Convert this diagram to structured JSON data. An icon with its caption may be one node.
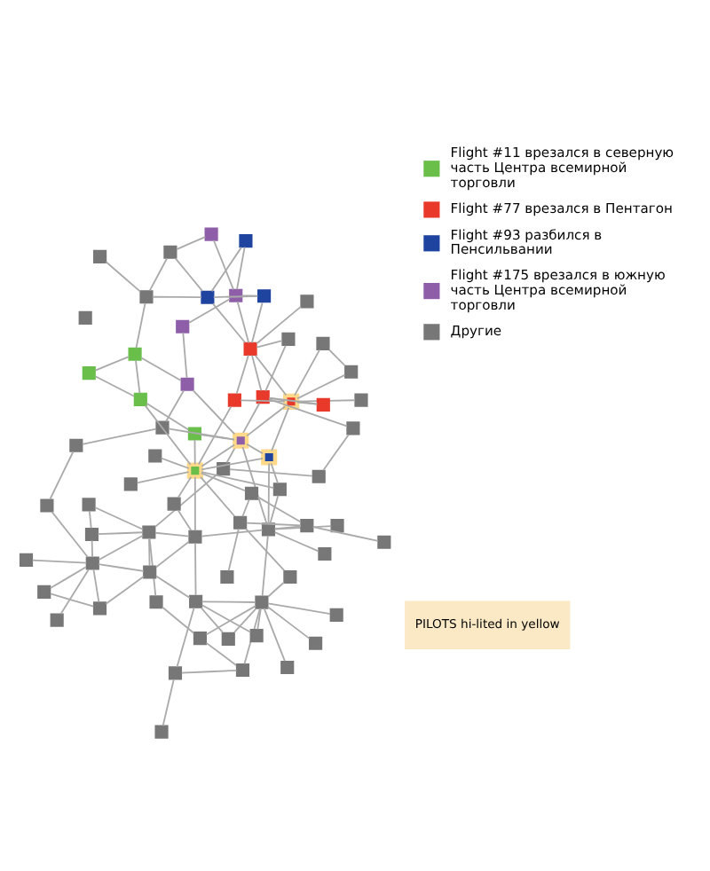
{
  "diagram": {
    "nodes": [
      {
        "text": [],
        "shape": "box"
      },
      {
        "text": [],
        "shape": "box"
      },
      {
        "text": [],
        "shape": "box"
      },
      {
        "text": [],
        "shape": "box"
      },
      {
        "text": [],
        "shape": "box"
      },
      {
        "text": [],
        "shape": "box"
      },
      {
        "text": [],
        "shape": "box"
      },
      {
        "text": [],
        "shape": "box"
      },
      {
        "text": [],
        "shape": "box"
      },
      {
        "text": [],
        "shape": "box"
      },
      {
        "text": [],
        "shape": "box"
      },
      {
        "text": [],
        "shape": "box"
      },
      {
        "text": [],
        "shape": "box"
      },
      {
        "text": [],
        "shape": "box"
      },
      {
        "text": [],
        "shape": "box"
      },
      {
        "text": [],
        "shape": "box"
      },
      {
        "text": [],
        "shape": "box"
      },
      {
        "text": [],
        "shape": "box"
      },
      {
        "text": [],
        "shape": "box"
      },
      {
        "text": [],
        "shape": "box"
      },
      {
        "text": [],
        "shape": "box"
      },
      {
        "text": [],
        "shape": "box"
      },
      {
        "text": [],
        "shape": "box"
      },
      {
        "text": [],
        "shape": "box"
      },
      {
        "text": [],
        "shape": "box"
      },
      {
        "text": [],
        "shape": "box"
      },
      {
        "text": [],
        "shape": "box"
      },
      {
        "text": [],
        "shape": "box"
      },
      {
        "text": [],
        "shape": "box"
      },
      {
        "text": [],
        "shape": "box"
      },
      {
        "text": [],
        "shape": "box"
      },
      {
        "text": [],
        "shape": "box"
      },
      {
        "text": [],
        "shape": "box"
      },
      {
        "text": [],
        "shape": "box"
      },
      {
        "text": [],
        "shape": "box"
      },
      {
        "text": [],
        "shape": "box"
      },
      {
        "text": [],
        "shape": "box"
      },
      {
        "text": [],
        "shape": "box"
      },
      {
        "text": [],
        "shape": "box"
      },
      {
        "text": [],
        "shape": "box"
      },
      {
        "text": [],
        "shape": "box"
      },
      {
        "text": [],
        "shape": "box"
      },
      {
        "text": [],
        "shape": "box"
      },
      {
        "text": [],
        "shape": "box"
      },
      {
        "text": [],
        "shape": "box"
      },
      {
        "text": [],
        "shape": "box"
      },
      {
        "text": [],
        "shape": "box"
      },
      {
        "text": [],
        "shape": "box"
      },
      {
        "text": [],
        "shape": "box"
      },
      {
        "text": [],
        "shape": "box"
      },
      {
        "text": [],
        "shape": "box"
      },
      {
        "text": [],
        "shape": "box"
      },
      {
        "text": [],
        "shape": "box"
      },
      {
        "text": [],
        "shape": "box"
      },
      {
        "text": [],
        "shape": "box"
      },
      {
        "text": [],
        "shape": "box"
      },
      {
        "text": [],
        "shape": "box"
      },
      {
        "text": [],
        "shape": "box"
      },
      {
        "text": [],
        "shape": "box"
      },
      {
        "text": [],
        "shape": "box"
      },
      {
        "text": [],
        "shape": "box"
      },
      {
        "text": [],
        "shape": "box"
      },
      {
        "text": [],
        "shape": "box"
      },
      {
        "text": [],
        "shape": "box"
      },
      {
        "text": [],
        "shape": "box"
      },
      {
        "text": [],
        "shape": "box"
      },
      {
        "text": [],
        "shape": "box"
      },
      {
        "text": [],
        "shape": "box"
      },
      {
        "text": [],
        "shape": "box"
      }
    ],
    "edges": [
      {
        "from": 1,
        "to": 0,
        "arrow": "none"
      },
      {
        "from": 0,
        "to": 13,
        "arrow": "none"
      },
      {
        "from": 1,
        "to": 9,
        "arrow": "none"
      },
      {
        "from": 1,
        "to": 13,
        "arrow": "none"
      },
      {
        "from": 6,
        "to": 9,
        "arrow": "none"
      },
      {
        "from": 6,
        "to": 5,
        "arrow": "none"
      },
      {
        "from": 5,
        "to": 9,
        "arrow": "none"
      },
      {
        "from": 8,
        "to": 9,
        "arrow": "none"
      },
      {
        "from": 9,
        "to": 10,
        "arrow": "none"
      },
      {
        "from": 9,
        "to": 13,
        "arrow": "none"
      },
      {
        "from": 9,
        "to": 18,
        "arrow": "none"
      },
      {
        "from": 2,
        "to": 13,
        "arrow": "none"
      },
      {
        "from": 5,
        "to": 10,
        "arrow": "none"
      },
      {
        "from": 10,
        "to": 13,
        "arrow": "none"
      },
      {
        "from": 10,
        "to": 15,
        "arrow": "none"
      },
      {
        "from": 10,
        "to": 22,
        "arrow": "none"
      },
      {
        "from": 2,
        "to": 3,
        "arrow": "none"
      },
      {
        "from": 3,
        "to": 4,
        "arrow": "none"
      },
      {
        "from": 3,
        "to": 20,
        "arrow": "none"
      },
      {
        "from": 4,
        "to": 7,
        "arrow": "none"
      },
      {
        "from": 4,
        "to": 20,
        "arrow": "none"
      },
      {
        "from": 7,
        "to": 11,
        "arrow": "none"
      },
      {
        "from": 7,
        "to": 15,
        "arrow": "none"
      },
      {
        "from": 12,
        "to": 15,
        "arrow": "none"
      },
      {
        "from": 12,
        "to": 20,
        "arrow": "none"
      },
      {
        "from": 15,
        "to": 16,
        "arrow": "none"
      },
      {
        "from": 15,
        "to": 20,
        "arrow": "none"
      },
      {
        "from": 16,
        "to": 20,
        "arrow": "none"
      },
      {
        "from": 17,
        "to": 20,
        "arrow": "none"
      },
      {
        "from": 21,
        "to": 20,
        "arrow": "none"
      },
      {
        "from": 13,
        "to": 22,
        "arrow": "none"
      },
      {
        "from": 14,
        "to": 30,
        "arrow": "none"
      },
      {
        "from": 15,
        "to": 22,
        "arrow": "none"
      },
      {
        "from": 9,
        "to": 19,
        "arrow": "none"
      },
      {
        "from": 13,
        "to": 24,
        "arrow": "none"
      },
      {
        "from": 19,
        "to": 26,
        "arrow": "none"
      },
      {
        "from": 20,
        "to": 30,
        "arrow": "none"
      },
      {
        "from": 20,
        "to": 23,
        "arrow": "none"
      },
      {
        "from": 20,
        "to": 27,
        "arrow": "none"
      },
      {
        "from": 22,
        "to": 30,
        "arrow": "none"
      },
      {
        "from": 22,
        "to": 34,
        "arrow": "none"
      },
      {
        "from": 24,
        "to": 28,
        "arrow": "none"
      },
      {
        "from": 24,
        "to": 40,
        "arrow": "none"
      },
      {
        "from": 28,
        "to": 43,
        "arrow": "none"
      },
      {
        "from": 40,
        "to": 43,
        "arrow": "none"
      },
      {
        "from": 40,
        "to": 41,
        "arrow": "none"
      },
      {
        "from": 40,
        "to": 44,
        "arrow": "none"
      },
      {
        "from": 40,
        "to": 52,
        "arrow": "none"
      },
      {
        "from": 40,
        "to": 51,
        "arrow": "none"
      },
      {
        "from": 25,
        "to": 41,
        "arrow": "none"
      },
      {
        "from": 33,
        "to": 35,
        "arrow": "none"
      },
      {
        "from": 33,
        "to": 41,
        "arrow": "none"
      },
      {
        "from": 35,
        "to": 41,
        "arrow": "none"
      },
      {
        "from": 26,
        "to": 56,
        "arrow": "none"
      },
      {
        "from": 29,
        "to": 30,
        "arrow": "none"
      },
      {
        "from": 29,
        "to": 36,
        "arrow": "none"
      },
      {
        "from": 30,
        "to": 36,
        "arrow": "none"
      },
      {
        "from": 30,
        "to": 46,
        "arrow": "none"
      },
      {
        "from": 30,
        "to": 37,
        "arrow": "none"
      },
      {
        "from": 30,
        "to": 31,
        "arrow": "none"
      },
      {
        "from": 32,
        "to": 38,
        "arrow": "none"
      },
      {
        "from": 32,
        "to": 37,
        "arrow": "none"
      },
      {
        "from": 27,
        "to": 38,
        "arrow": "none"
      },
      {
        "from": 37,
        "to": 38,
        "arrow": "none"
      },
      {
        "from": 38,
        "to": 39,
        "arrow": "none"
      },
      {
        "from": 37,
        "to": 49,
        "arrow": "none"
      },
      {
        "from": 36,
        "to": 47,
        "arrow": "none"
      },
      {
        "from": 36,
        "to": 41,
        "arrow": "none"
      },
      {
        "from": 36,
        "to": 46,
        "arrow": "none"
      },
      {
        "from": 41,
        "to": 46,
        "arrow": "none"
      },
      {
        "from": 41,
        "to": 52,
        "arrow": "none"
      },
      {
        "from": 44,
        "to": 41,
        "arrow": "none"
      },
      {
        "from": 50,
        "to": 47,
        "arrow": "none"
      },
      {
        "from": 46,
        "to": 47,
        "arrow": "none"
      },
      {
        "from": 47,
        "to": 42,
        "arrow": "none"
      },
      {
        "from": 47,
        "to": 48,
        "arrow": "none"
      },
      {
        "from": 47,
        "to": 53,
        "arrow": "none"
      },
      {
        "from": 47,
        "to": 38,
        "arrow": "none"
      },
      {
        "from": 29,
        "to": 47,
        "arrow": "none"
      },
      {
        "from": 32,
        "to": 47,
        "arrow": "none"
      },
      {
        "from": 34,
        "to": 47,
        "arrow": "none"
      },
      {
        "from": 22,
        "to": 47,
        "arrow": "none"
      },
      {
        "from": 41,
        "to": 50,
        "arrow": "none"
      },
      {
        "from": 52,
        "to": 50,
        "arrow": "none"
      },
      {
        "from": 51,
        "to": 52,
        "arrow": "none"
      },
      {
        "from": 52,
        "to": 64,
        "arrow": "none"
      },
      {
        "from": 52,
        "to": 65,
        "arrow": "none"
      },
      {
        "from": 52,
        "to": 61,
        "arrow": "none"
      },
      {
        "from": 55,
        "to": 61,
        "arrow": "none"
      },
      {
        "from": 55,
        "to": 65,
        "arrow": "none"
      },
      {
        "from": 60,
        "to": 61,
        "arrow": "none"
      },
      {
        "from": 60,
        "to": 66,
        "arrow": "none"
      },
      {
        "from": 61,
        "to": 62,
        "arrow": "none"
      },
      {
        "from": 62,
        "to": 57,
        "arrow": "none"
      },
      {
        "from": 57,
        "to": 56,
        "arrow": "none"
      },
      {
        "from": 57,
        "to": 63,
        "arrow": "none"
      },
      {
        "from": 56,
        "to": 46,
        "arrow": "none"
      },
      {
        "from": 54,
        "to": 53,
        "arrow": "none"
      },
      {
        "from": 54,
        "to": 47,
        "arrow": "none"
      },
      {
        "from": 53,
        "to": 58,
        "arrow": "none"
      },
      {
        "from": 53,
        "to": 63,
        "arrow": "none"
      },
      {
        "from": 58,
        "to": 63,
        "arrow": "none"
      },
      {
        "from": 63,
        "to": 68,
        "arrow": "none"
      },
      {
        "from": 64,
        "to": 65,
        "arrow": "none"
      },
      {
        "from": 64,
        "to": 61,
        "arrow": "none"
      },
      {
        "from": 65,
        "to": 66,
        "arrow": "none"
      },
      {
        "from": 65,
        "to": 68,
        "arrow": "none"
      },
      {
        "from": 66,
        "to": 68,
        "arrow": "none"
      },
      {
        "from": 67,
        "to": 68,
        "arrow": "none"
      },
      {
        "from": 59,
        "to": 52,
        "arrow": "none"
      },
      {
        "from": 46,
        "to": 54,
        "arrow": "none"
      },
      {
        "from": 46,
        "to": 57,
        "arrow": "none"
      }
    ],
    "labels": [
      "PILOTS hi-lited in yellow"
    ],
    "legend": [
      {
        "text": "Flight #11 врезался в северную часть Центра всемирной торговли",
        "color": "#6abf4b"
      },
      {
        "text": "Flight #77 врезался в Пентагон",
        "color": "#e8392a"
      },
      {
        "text": "Flight #93 разбился в Пенсильвании",
        "color": "#1f44a0"
      },
      {
        "text": "Flight #175 врезался в южную часть Центра всемирной торговли",
        "color": "#8e5fa8"
      },
      {
        "text": "Другие",
        "color": "#777777"
      }
    ]
  }
}
